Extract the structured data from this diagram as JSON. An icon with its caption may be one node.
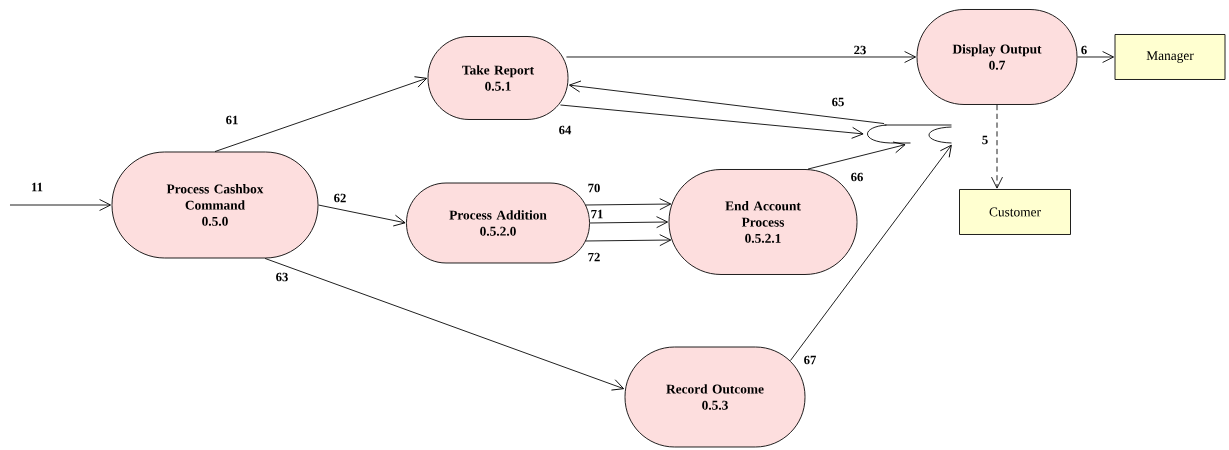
{
  "diagram": {
    "nodes": [
      {
        "text": [
          "Display Output",
          "0.7"
        ]
      },
      {
        "text": [
          "Manager"
        ]
      },
      {
        "text": [
          "Take Report",
          "0.5.1"
        ]
      },
      {
        "text": [],
        "shape": "junction"
      },
      {
        "text": [
          "Process Cashbox Command",
          "0.5.0"
        ]
      },
      {
        "text": [
          "Process Addition",
          "0.5.2.0"
        ]
      },
      {
        "text": [
          "End Account Process",
          "0.5.2.1"
        ]
      },
      {
        "text": [
          "Customer"
        ]
      },
      {
        "text": [
          "Record Outcome",
          "0.5.3"
        ]
      }
    ],
    "edges": [
      {
        "from": null,
        "to": 4,
        "arrow": "to",
        "label": "11"
      },
      {
        "from": 4,
        "to": 2,
        "arrow": "to",
        "label": "61"
      },
      {
        "from": 4,
        "to": 5,
        "arrow": "to",
        "label": "62"
      },
      {
        "from": 4,
        "to": 8,
        "arrow": "to",
        "label": "63"
      },
      {
        "from": 2,
        "to": 0,
        "arrow": "to",
        "label": "23"
      },
      {
        "from": 0,
        "to": 1,
        "arrow": "to",
        "label": "6"
      },
      {
        "from": 0,
        "to": 7,
        "arrow": "to",
        "label": "5",
        "style": "dashed"
      },
      {
        "from": 2,
        "to": 3,
        "arrow": "to",
        "label": "64"
      },
      {
        "from": 3,
        "to": 2,
        "arrow": "to",
        "label": "65"
      },
      {
        "from": 5,
        "to": 6,
        "arrow": "to",
        "label": "70"
      },
      {
        "from": 5,
        "to": 6,
        "arrow": "to",
        "label": "71"
      },
      {
        "from": 5,
        "to": 6,
        "arrow": "to",
        "label": "72"
      },
      {
        "from": 6,
        "to": 3,
        "arrow": "to",
        "label": "66"
      },
      {
        "from": 8,
        "to": 3,
        "arrow": "to",
        "label": "67"
      }
    ]
  }
}
